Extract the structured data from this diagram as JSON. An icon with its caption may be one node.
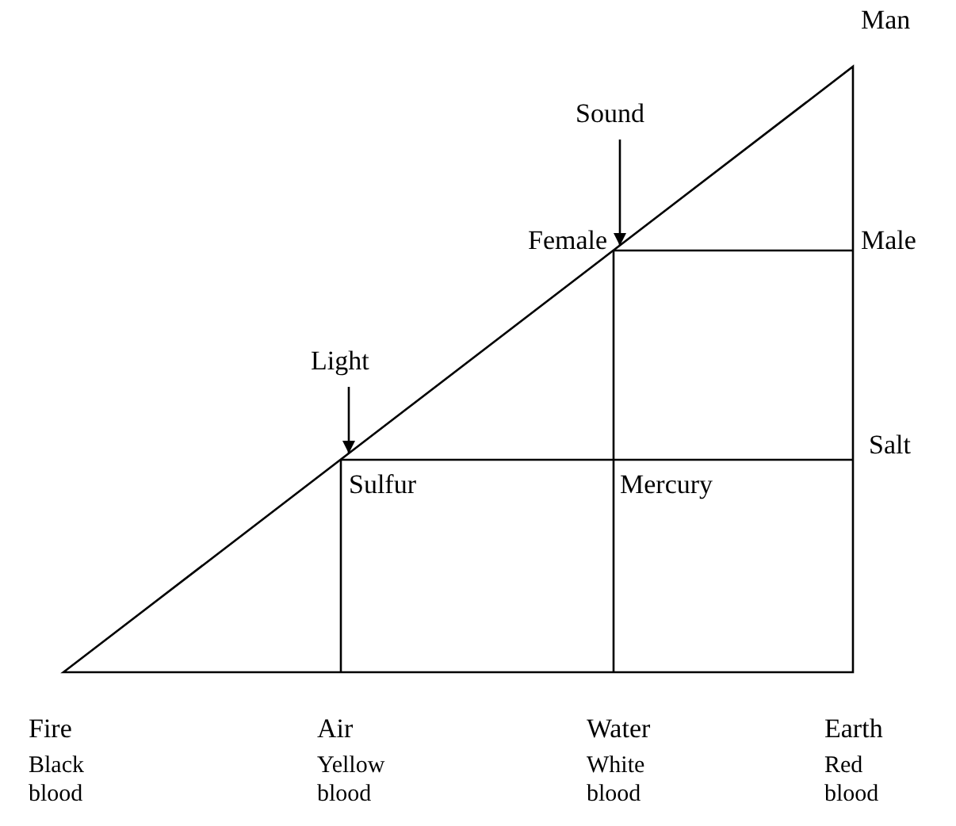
{
  "diagram": {
    "nodes": [
      {
        "text": [
          "Sound"
        ]
      },
      {
        "text": [
          "Female"
        ]
      },
      {
        "text": [
          "Light"
        ]
      },
      {
        "text": [
          "Sulfur"
        ]
      }
    ],
    "edges": [
      {
        "from": 0,
        "to": 1,
        "arrow": "to"
      },
      {
        "from": 2,
        "to": 3,
        "arrow": "to"
      }
    ],
    "labels": [
      "Man",
      "Male",
      "Salt",
      "Mercury",
      "Fire",
      "Black blood",
      "Air",
      "Yellow blood",
      "Water",
      "White blood",
      "Earth",
      "Red blood"
    ]
  }
}
